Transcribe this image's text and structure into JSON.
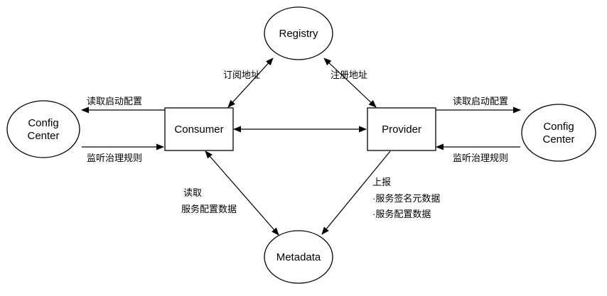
{
  "diagram": {
    "nodes": {
      "registry": {
        "label": "Registry"
      },
      "consumer": {
        "label": "Consumer"
      },
      "provider": {
        "label": "Provider"
      },
      "metadata": {
        "label": "Metadata"
      },
      "config_center_left": {
        "line1": "Config",
        "line2": "Center"
      },
      "config_center_right": {
        "line1": "Config",
        "line2": "Center"
      }
    },
    "edges": {
      "consumer_registry": {
        "label": "订阅地址"
      },
      "provider_registry": {
        "label": "注册地址"
      },
      "consumer_config": {
        "top": "读取启动配置",
        "bottom": "监听治理规则"
      },
      "provider_config": {
        "top": "读取启动配置",
        "bottom": "监听治理规则"
      },
      "consumer_metadata": {
        "line1": "读取",
        "line2": "服务配置数据"
      },
      "provider_metadata": {
        "line1": "上报",
        "line2": "·服务签名元数据",
        "line3": "·服务配置数据"
      }
    },
    "colors": {
      "stroke": "#000000",
      "background": "#ffffff"
    }
  }
}
